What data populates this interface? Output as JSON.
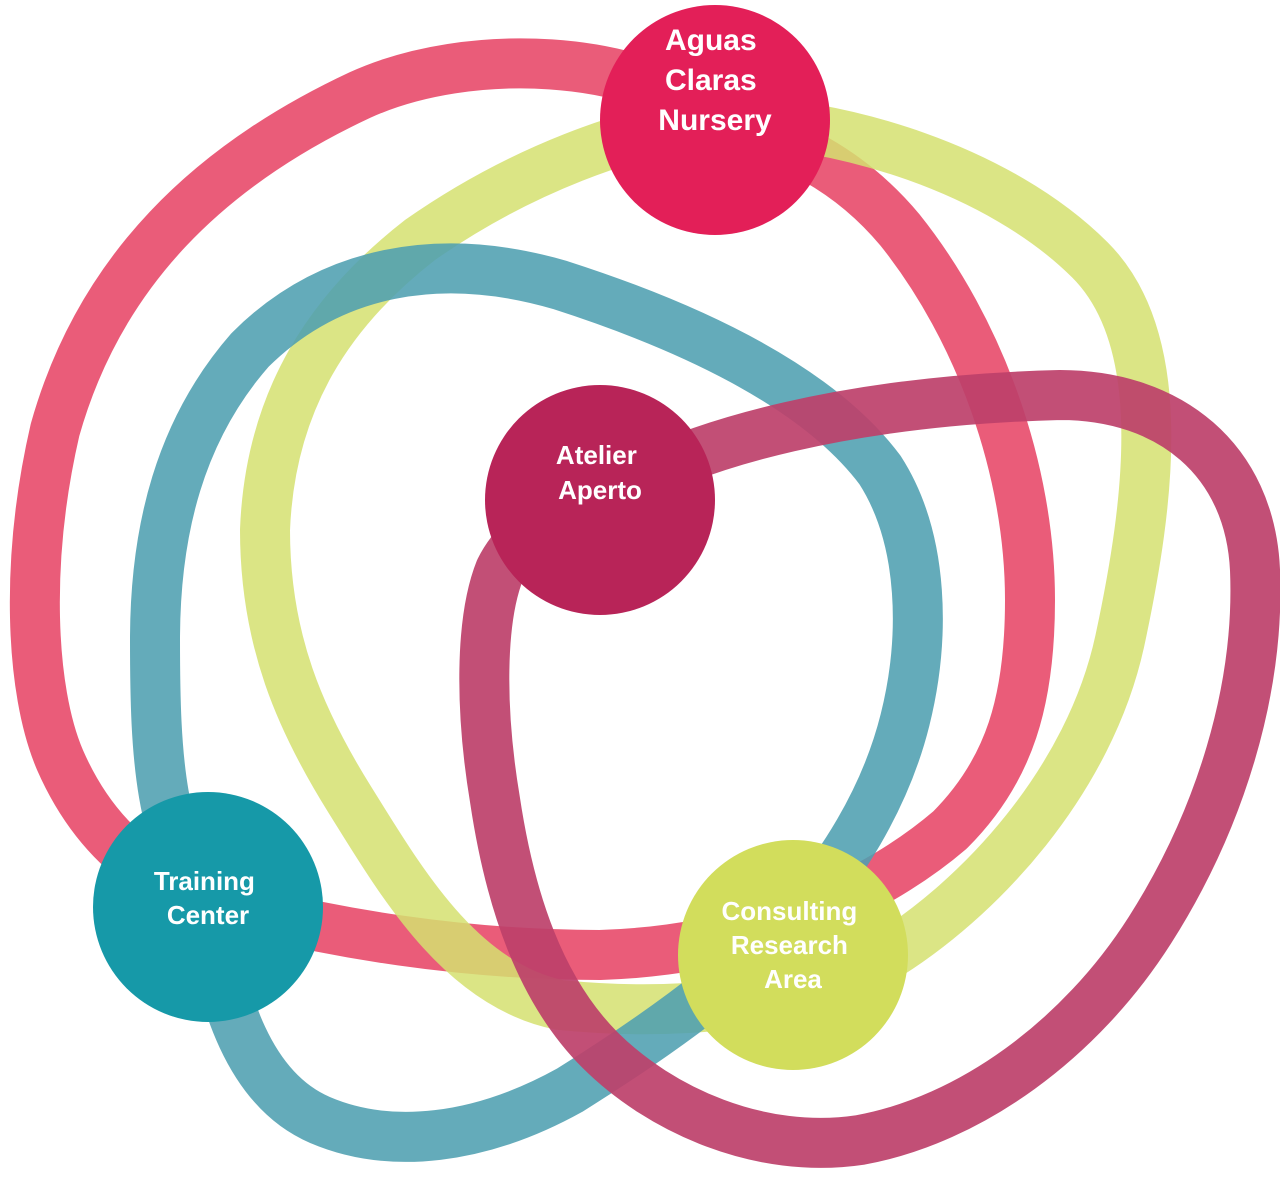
{
  "colors": {
    "aguas_claras_nursery": "#e31f58",
    "atelier_aperto": "#b82458",
    "training_center": "#1699a8",
    "consulting_research_area": "#d2dd5c",
    "pink_loop": "#e8506f",
    "lime_loop": "#d5e070",
    "teal_loop": "#4e9fb0",
    "plum_loop": "#bd406a"
  },
  "nodes": {
    "aguas_claras_nursery": {
      "lines": [
        "Aguas",
        "Claras",
        "Nursery"
      ]
    },
    "atelier_aperto": {
      "lines": [
        "Atelier",
        "Aperto"
      ]
    },
    "training_center": {
      "lines": [
        "Training",
        "Center"
      ]
    },
    "consulting_research_area": {
      "lines": [
        "Consulting",
        "Research",
        "Area"
      ]
    }
  }
}
